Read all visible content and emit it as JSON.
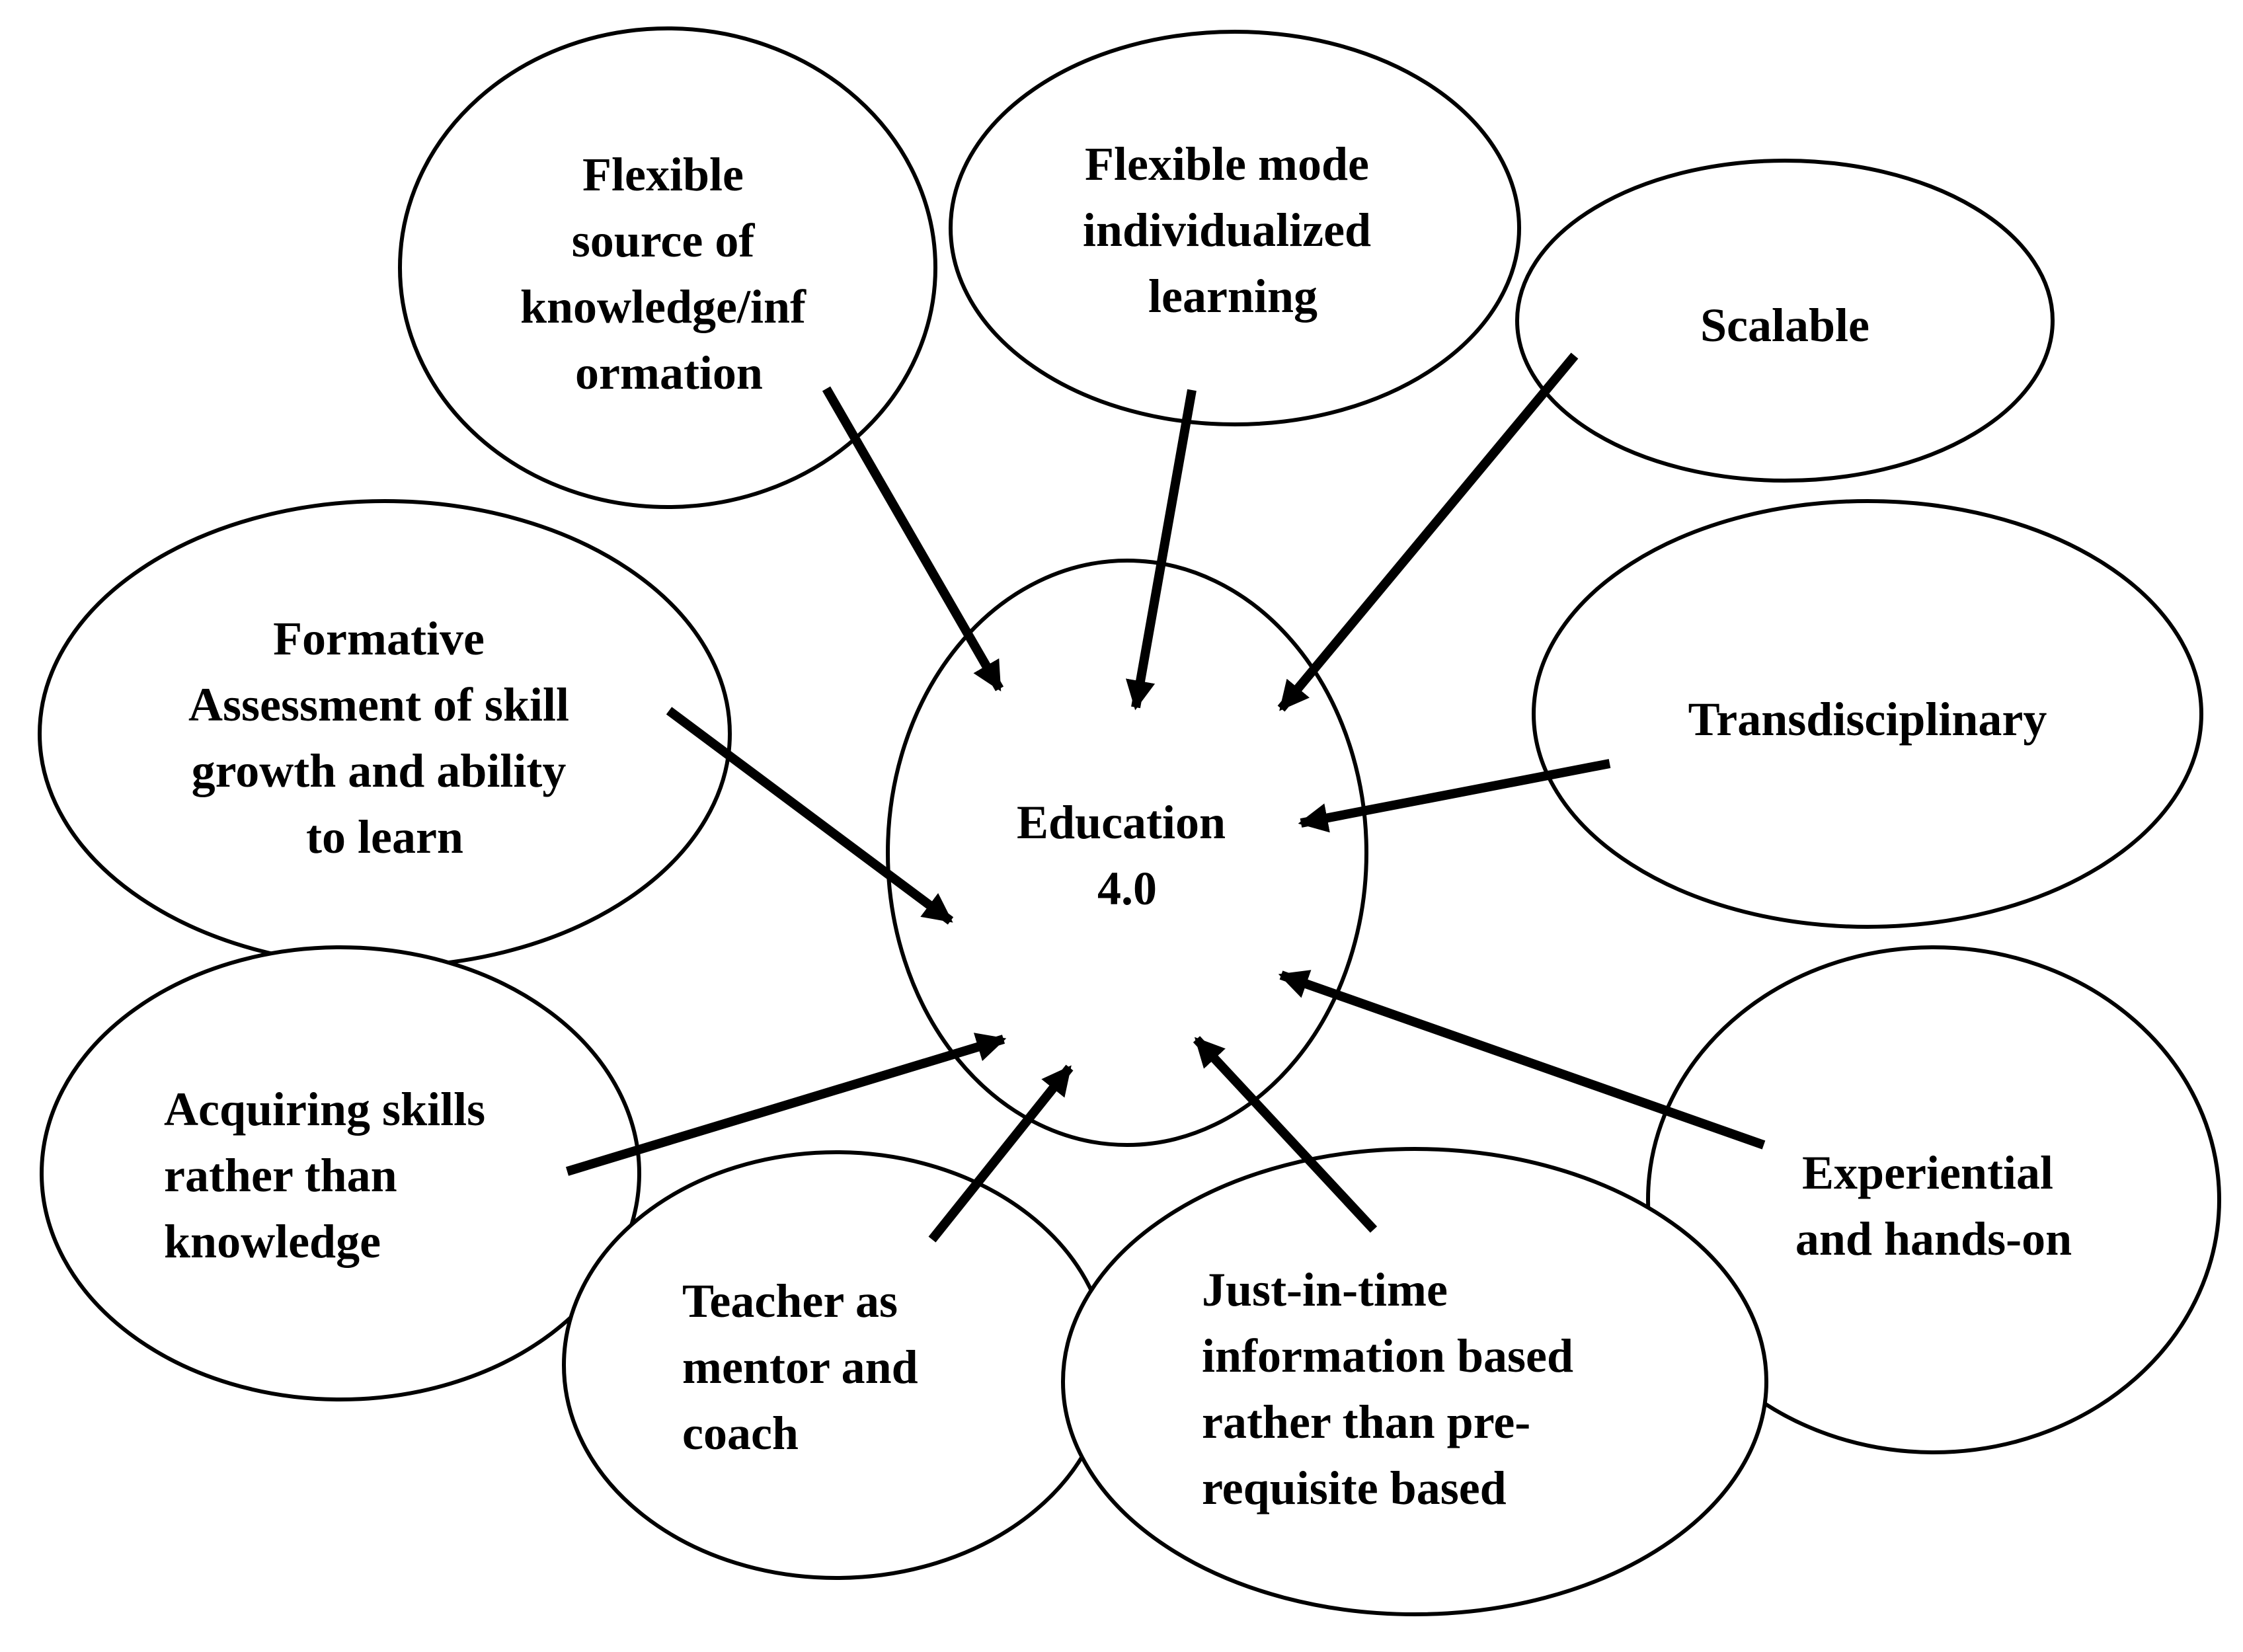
{
  "center": {
    "lines": [
      "Education",
      "4.0"
    ]
  },
  "nodes": [
    {
      "id": "flexible-source",
      "lines": [
        "Flexible",
        "source of",
        "knowledge/inf",
        "ormation"
      ]
    },
    {
      "id": "flexible-mode",
      "lines": [
        "Flexible mode",
        "individualized",
        "learning"
      ]
    },
    {
      "id": "scalable",
      "lines": [
        "Scalable"
      ]
    },
    {
      "id": "formative-assessment",
      "lines": [
        "Formative",
        "Assessment of skill",
        "growth and ability",
        "to learn"
      ]
    },
    {
      "id": "transdisciplinary",
      "lines": [
        "Transdisciplinary"
      ]
    },
    {
      "id": "acquiring-skills",
      "lines": [
        "Acquiring skills",
        "rather than",
        "knowledge"
      ]
    },
    {
      "id": "experiential",
      "lines": [
        "Experiential",
        "and hands-on"
      ]
    },
    {
      "id": "teacher-mentor",
      "lines": [
        "Teacher as",
        "mentor and",
        "coach"
      ]
    },
    {
      "id": "just-in-time",
      "lines": [
        "Just-in-time",
        "information based",
        "rather than pre-",
        "requisite based"
      ]
    }
  ]
}
